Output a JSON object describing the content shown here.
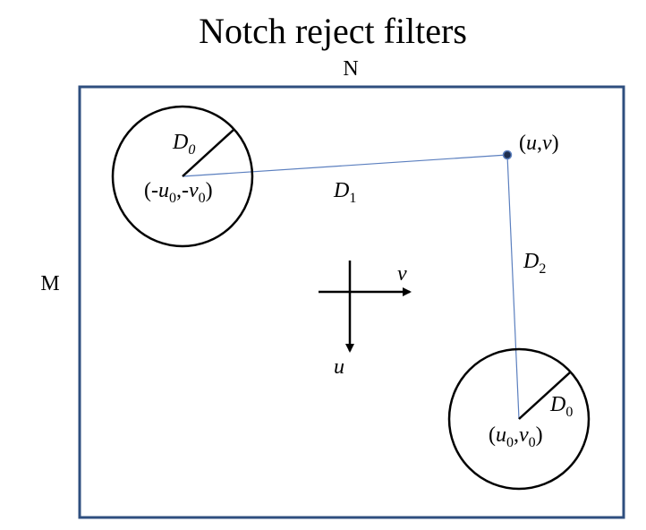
{
  "title": "Notch reject filters",
  "frame": {
    "top_label": "N",
    "left_label": "M"
  },
  "notch_top_left": {
    "radius_label": "D",
    "radius_sub": "0",
    "center_label": {
      "open": "(-",
      "u": "u",
      "u_sub": "0",
      "mid": ",-",
      "v": "v",
      "v_sub": "0",
      "close": ")"
    }
  },
  "notch_bottom_right": {
    "radius_label": "D",
    "radius_sub": "0",
    "center_label": {
      "open": "(",
      "u": "u",
      "u_sub": "0",
      "mid": ",",
      "v": "v",
      "v_sub": "0",
      "close": ")"
    }
  },
  "point": {
    "open": "(",
    "u": "u",
    "comma": ",",
    "v": "v",
    "close": ")"
  },
  "distances": {
    "d1": {
      "base": "D",
      "sub": "1"
    },
    "d2": {
      "base": "D",
      "sub": "2"
    }
  },
  "axes": {
    "horizontal": "v",
    "vertical": "u"
  },
  "colors": {
    "frame": "#2f4f7f",
    "distance_line": "#5b7fbf",
    "point": "#1f2f4f"
  }
}
